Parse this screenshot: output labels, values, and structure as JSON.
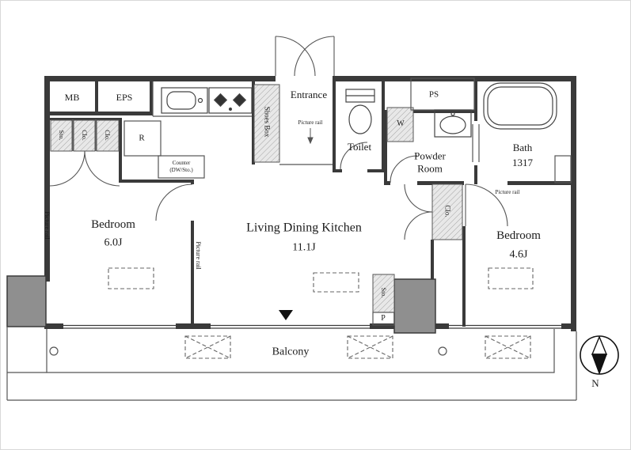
{
  "floorplan": {
    "rooms": {
      "bedroom1": {
        "name": "Bedroom",
        "size": "6.0J"
      },
      "ldk": {
        "name": "Living Dining Kitchen",
        "size": "11.1J"
      },
      "bedroom2": {
        "name": "Bedroom",
        "size": "4.6J"
      },
      "entrance": "Entrance",
      "toilet": "Toilet",
      "powder_room": "Powder Room",
      "bath": {
        "name": "Bath",
        "size": "1317"
      },
      "balcony": "Balcony"
    },
    "labels": {
      "mb": "MB",
      "eps": "EPS",
      "ps": "PS",
      "washer": "W",
      "fridge": "R",
      "shoes_box": "Shoes Box",
      "storage": "Sto.",
      "closet": "Clo.",
      "counter": "Counter",
      "counter_sub": "(DW/Sto.)",
      "pipe": "P",
      "picture_rail": "Picture rail",
      "north": "N"
    },
    "colors": {
      "wall": "#3a3a3a",
      "thin_line": "#555555",
      "pillar_fill": "#8f8f8f",
      "hatch_fill": "#e8e8e8"
    }
  }
}
